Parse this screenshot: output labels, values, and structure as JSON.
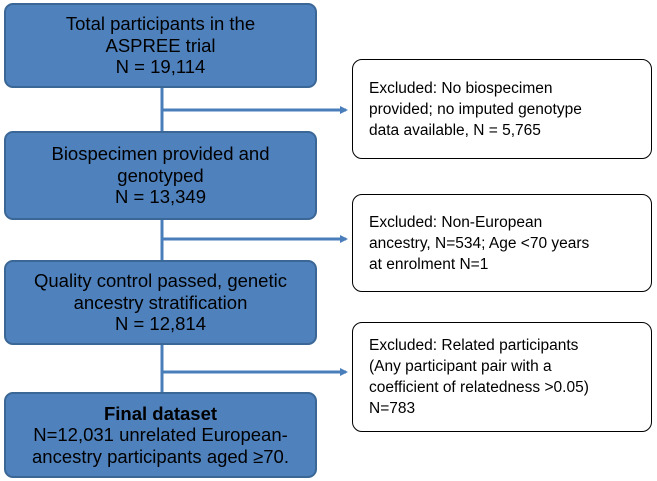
{
  "boxes": {
    "total": [
      "Total participants in the",
      "ASPREE trial",
      "N = 19,114"
    ],
    "genotyped": [
      "Biospecimen provided and",
      "genotyped",
      "N = 13,349"
    ],
    "qc": [
      "Quality control passed, genetic",
      "ancestry stratification",
      "N = 12,814"
    ],
    "final": {
      "title": "Final dataset",
      "lines": [
        "N=12,031 unrelated European-",
        "ancestry participants aged ≥70."
      ]
    }
  },
  "exclusions": {
    "e1": [
      "Excluded: No biospecimen",
      "provided; no imputed genotype",
      "data available, N = 5,765"
    ],
    "e2": [
      "Excluded: Non-European",
      "ancestry, N=534; Age <70 years",
      "at enrolment N=1"
    ],
    "e3": [
      "Excluded: Related participants",
      "(Any participant pair with a",
      "coefficient of relatedness >0.05)",
      "N=783"
    ]
  },
  "colors": {
    "box_fill": "#4f81bd",
    "box_border": "#3a6796",
    "connector": "#4a7ebb"
  }
}
